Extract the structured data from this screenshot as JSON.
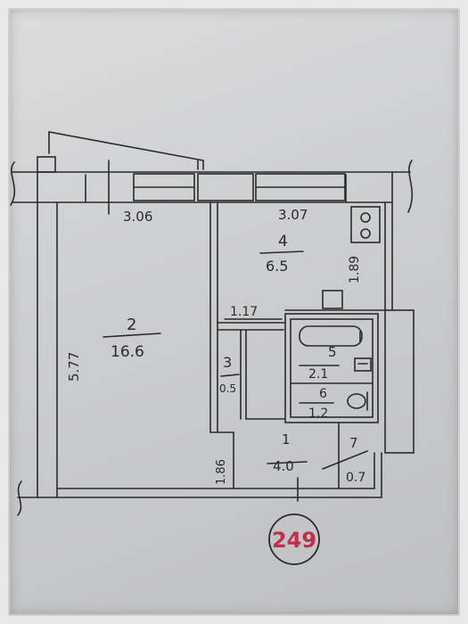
{
  "plan": {
    "dimensions": {
      "top_left": "3.06",
      "top_right": "3.07",
      "left_height": "5.77",
      "kitchen_height": "1.89",
      "hall_width": "1.17",
      "corridor_height": "1.86"
    },
    "rooms": {
      "room_2": {
        "number": "2",
        "area": "16.6"
      },
      "room_4": {
        "number": "4",
        "area": "6.5"
      },
      "room_3": {
        "number": "3",
        "area": "0.5"
      },
      "room_5": {
        "number": "5",
        "area": "2.1"
      },
      "room_6": {
        "number": "6",
        "area": "1.2"
      },
      "room_1": {
        "number": "1",
        "area": "4.0"
      },
      "room_7": {
        "number": "7",
        "area": "0.7"
      }
    },
    "stamp": {
      "text": "249",
      "color": "#c0304b"
    },
    "colors": {
      "ink": "#2a2a2a",
      "paper": "#cfd0d2"
    }
  }
}
